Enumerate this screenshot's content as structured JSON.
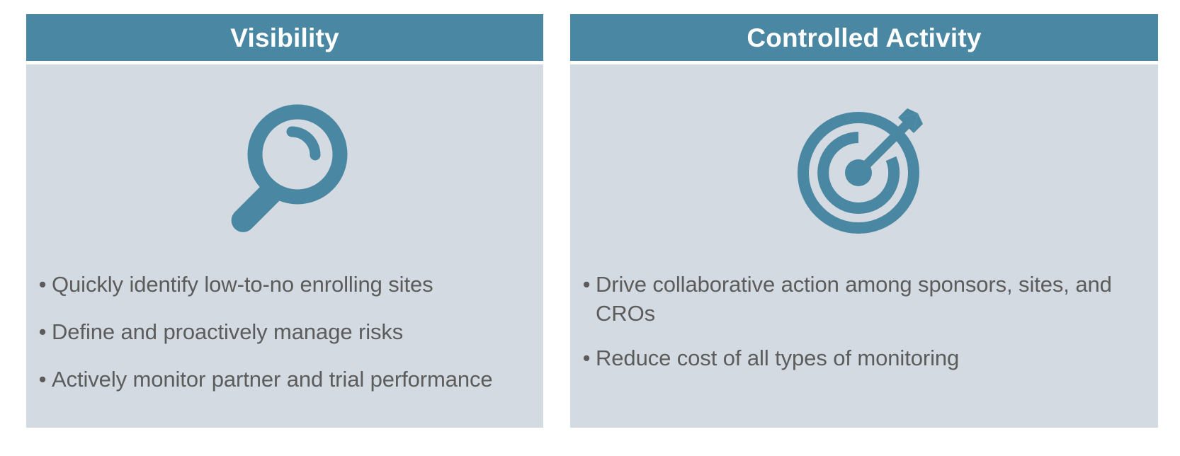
{
  "theme": {
    "header_bg": "#4A87A2",
    "header_text": "#FFFFFF",
    "body_bg": "#D3DAE1",
    "bullet_text": "#5C5C5C",
    "icon_color": "#4A87A2",
    "page_bg": "#FFFFFF"
  },
  "panels": [
    {
      "id": "visibility",
      "title": "Visibility",
      "icon": "magnifying-glass-icon",
      "bullets": [
        "Quickly identify low-to-no enrolling sites",
        "Define and proactively manage risks",
        "Actively monitor partner and trial performance"
      ]
    },
    {
      "id": "controlled-activity",
      "title": "Controlled Activity",
      "icon": "target-dartboard-icon",
      "bullets": [
        "Drive collaborative action among sponsors, sites, and CROs",
        "Reduce cost of all types of monitoring"
      ]
    }
  ],
  "bullet_marker": "•"
}
